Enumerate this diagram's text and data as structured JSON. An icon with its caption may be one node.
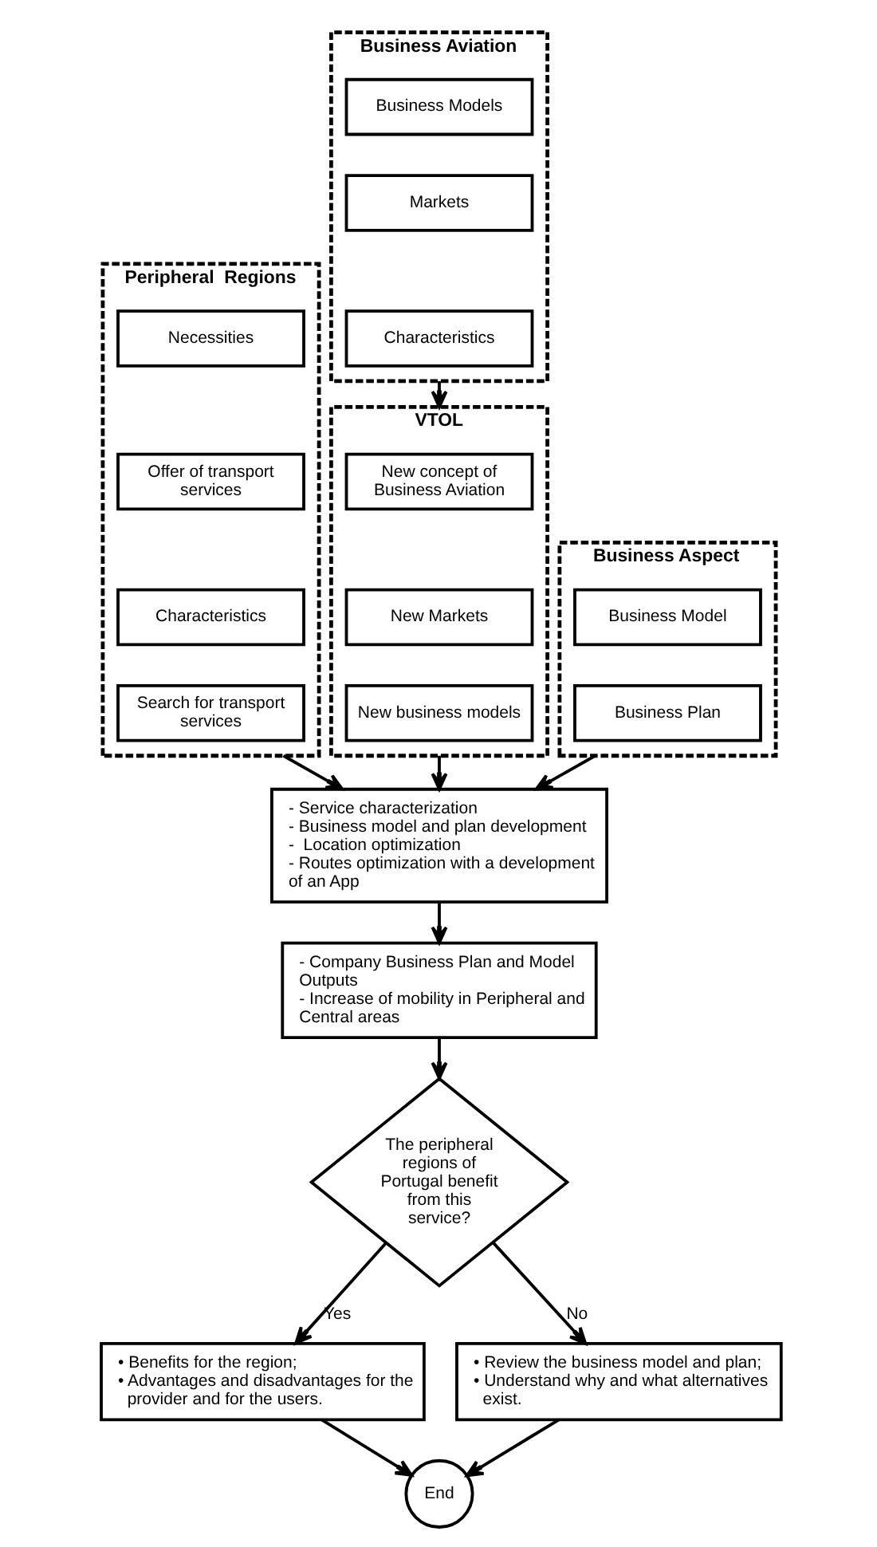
{
  "diagram": {
    "nodes": [
      {
        "text": [
          "Peripheral  Regions"
        ]
      },
      {
        "text": [
          "Necessities"
        ],
        "in": 0
      },
      {
        "text": [
          "Offer of transport services"
        ],
        "in": 0
      },
      {
        "text": [
          "Characteristics"
        ],
        "in": 0
      },
      {
        "text": [
          "Search for transport services"
        ],
        "in": 0
      },
      {
        "text": [
          "Business Aviation"
        ]
      },
      {
        "text": [
          "Business Models"
        ],
        "in": 5
      },
      {
        "text": [
          "Markets"
        ],
        "in": 5
      },
      {
        "text": [
          "Characteristics"
        ],
        "in": 5
      },
      {
        "text": [
          "VTOL"
        ]
      },
      {
        "text": [
          "New concept of Business Aviation"
        ],
        "in": 9
      },
      {
        "text": [
          "New Markets"
        ],
        "in": 9
      },
      {
        "text": [
          "New business models"
        ],
        "in": 9
      },
      {
        "text": [
          "Business Aspect"
        ]
      },
      {
        "text": [
          "Business Model"
        ],
        "in": 13
      },
      {
        "text": [
          "Business Plan"
        ],
        "in": 13
      },
      {
        "text": [
          "- Service characterization",
          "- Business model and plan development",
          "-  Location optimization",
          "- Routes optimization with a development of an App"
        ]
      },
      {
        "text": [
          "- Company Business Plan and Model Outputs",
          "- Increase of mobility in Peripheral and Central areas"
        ]
      },
      {
        "text": [
          "The peripheral regions of Portugal benefit from this service?"
        ]
      },
      {
        "text": [
          "• Benefits for the region;",
          "• Advantages and disadvantages for the provider and for the users."
        ]
      },
      {
        "text": [
          "• Review the business model and plan;",
          "• Understand why and what alternatives exist."
        ]
      },
      {
        "text": [
          "End"
        ]
      }
    ],
    "edges": [
      {
        "from": 5,
        "to": 9,
        "arrow": "to"
      },
      {
        "from": 0,
        "to": 16,
        "arrow": "to"
      },
      {
        "from": 9,
        "to": 16,
        "arrow": "to"
      },
      {
        "from": 13,
        "to": 16,
        "arrow": "to"
      },
      {
        "from": 16,
        "to": 17,
        "arrow": "to"
      },
      {
        "from": 17,
        "to": 18,
        "arrow": "to"
      },
      {
        "from": 18,
        "to": 19,
        "label": "Yes",
        "arrow": "to"
      },
      {
        "from": 18,
        "to": 20,
        "label": "No",
        "arrow": "to"
      },
      {
        "from": 19,
        "to": 21,
        "arrow": "to"
      },
      {
        "from": 20,
        "to": 21,
        "arrow": "to"
      }
    ]
  }
}
